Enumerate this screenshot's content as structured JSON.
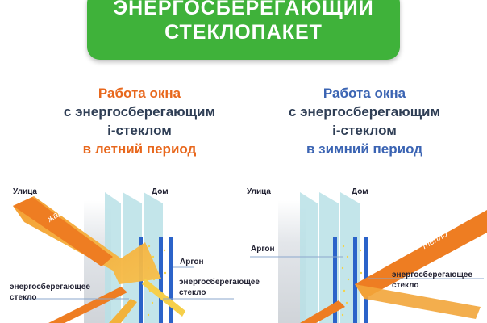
{
  "banner": {
    "line1": "ЭНЕРГОСБЕРЕГАЮЩИЙ",
    "line2": "СТЕКЛОПАКЕТ"
  },
  "summer": {
    "line1": "Работа окна",
    "line2": "с энергосберегающим",
    "line3": "i-стеклом",
    "line4": "в летний период",
    "street": "Улица",
    "home": "Дом",
    "heat": "жара",
    "argon": "Аргон",
    "glass_left": "энергосберегающее стекло",
    "glass_right": "энергосберегающее стекло"
  },
  "winter": {
    "line1": "Работа окна",
    "line2": "с энергосберегающим",
    "line3": "i-стеклом",
    "line4": "в зимний период",
    "street": "Улица",
    "home": "Дом",
    "warmth": "тепло",
    "argon": "Аргон",
    "glass_right": "энергосберегающее стекло"
  },
  "colors": {
    "green": "#3fb23a",
    "orange": "#e8671c",
    "blue": "#3b64b3",
    "glass": "#b9e1e6"
  }
}
